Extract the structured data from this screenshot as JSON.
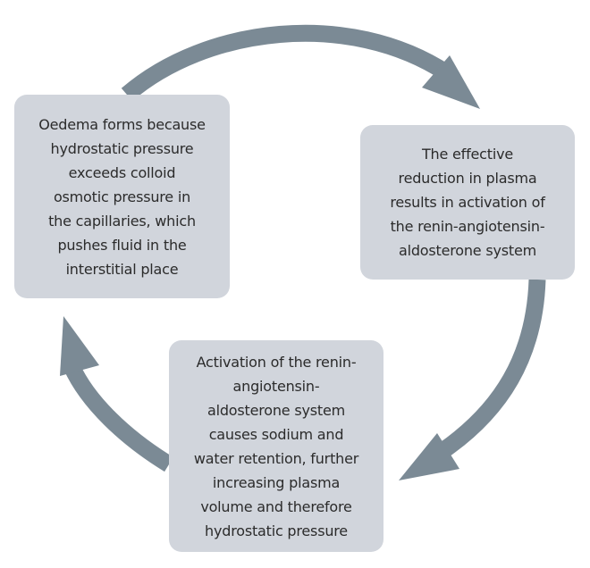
{
  "diagram": {
    "type": "cycle",
    "colors": {
      "arrow": "#7b8a95",
      "box": "#d1d5dc",
      "text": "#2b2b2b",
      "background": "#ffffff"
    },
    "steps": [
      {
        "id": "oedema-forms",
        "text": "Oedema forms because\nhydrostatic pressure\nexceeds colloid\nosmotic pressure in\nthe capillaries, which\npushes fluid in the\ninterstitial place"
      },
      {
        "id": "raas-activation",
        "text": "The effective\nreduction in plasma\nresults in activation of\nthe renin-angiotensin-\naldosterone system"
      },
      {
        "id": "sodium-water-retention",
        "text": "Activation of the renin-\nangiotensin-\naldosterone system\ncauses sodium and\nwater retention, further\nincreasing plasma\nvolume and therefore\nhydrostatic pressure"
      }
    ],
    "arrows": [
      {
        "from": "oedema-forms",
        "to": "raas-activation"
      },
      {
        "from": "raas-activation",
        "to": "sodium-water-retention"
      },
      {
        "from": "sodium-water-retention",
        "to": "oedema-forms"
      }
    ]
  }
}
